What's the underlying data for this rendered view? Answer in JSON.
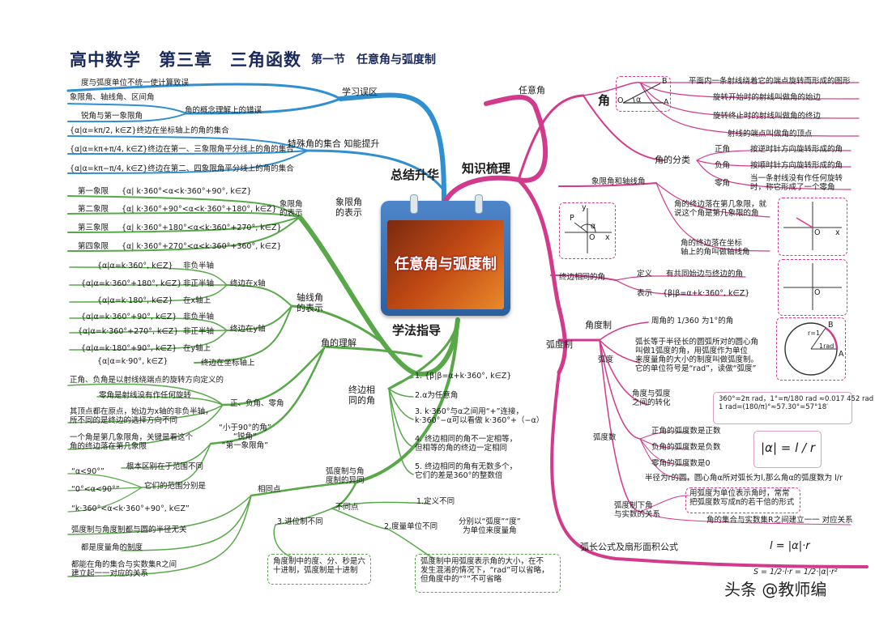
{
  "title": {
    "main": "高中数学　第三章　三角函数",
    "section": "第一节　任意角与弧度制"
  },
  "center": {
    "label": "任意角与弧度制"
  },
  "branches": {
    "zongjie": "总结升华",
    "zhishi": "知识梳理",
    "xuefa": "学法指导",
    "xuexi_wuqu": "学习误区",
    "teshu": "特殊角的集合 知能提升",
    "xiangxian_jiao_biaoshi": "象限角\n的表示",
    "jiao_de_lijie": "角的理解",
    "renyi_jiao": "任意角",
    "hudu_zhi": "弧度制",
    "hu_chang": "弧长公式及扇形面积公式"
  },
  "left_top": {
    "wuqu_items": [
      "度与弧度单位不统一使计算致误",
      "角的概念理解上的错误"
    ],
    "concept_items": [
      "象限角、轴线角、区间角",
      "锐角与第一象限角"
    ],
    "special_sets": [
      "{α|α=kπ/2, k∈Z}终边在坐标轴上的角的集合",
      "{α|α=kπ+π/4, k∈Z}终边在第一、三象限角平分线上的角的集合",
      "{α|α=kπ−π/4, k∈Z}终边在第二、四象限角平分线上的角的集合"
    ]
  },
  "left_mid": {
    "xiangxian_label": "象限角\n的表示",
    "quadrants": [
      {
        "name": "第一象限",
        "set": "{α| k·360°<α<k·360°+90°, k∈Z}"
      },
      {
        "name": "第二象限",
        "set": "{α| k·360°+90°<α<k·360°+180°, k∈Z}"
      },
      {
        "name": "第三象限",
        "set": "{α| k·360°+180°<α<k·360°+270°, k∈Z}"
      },
      {
        "name": "第四象限",
        "set": "{α| k·360°+270°<α<k·360°+360°, k∈Z}"
      }
    ],
    "zhouxian_label": "轴线角\n的表示",
    "x_axis_label": "终边在x轴",
    "y_axis_label": "终边在y轴",
    "coord_label": "终边在坐标轴上",
    "axis_sets": [
      {
        "set": "{α|α=k·360°, k∈Z}",
        "desc": "非负半轴"
      },
      {
        "set": "{α|α=k·360°+180°, k∈Z}",
        "desc": "非正半轴"
      },
      {
        "set": "{α|α=k·180°, k∈Z}",
        "desc": "在x轴上"
      },
      {
        "set": "{α|α=k·360°+90°, k∈Z}",
        "desc": "非负半轴"
      },
      {
        "set": "{α|α=k·360°+270°, k∈Z}",
        "desc": "非正半轴"
      },
      {
        "set": "{α|α=k·180°+90°, k∈Z}",
        "desc": "在y轴上"
      },
      {
        "set": "{α|α=k·90°, k∈Z}",
        "desc": ""
      }
    ]
  },
  "left_bottom": {
    "zfl_label": "正、负角、零角",
    "zfl_items": [
      "正角、负角是以射线绕端点的旋转方向定义的",
      "零角是射线没有作任何旋转",
      "其顶点都在原点，始边为x轴的非负半轴，\n所不同的是终边的选择方向不同",
      "一个角是第几象限角，关键是看这个\n角的终边落在第几象限"
    ],
    "small90_label": "“小于90°的角”\n“锐角”\n“第一象限角”",
    "small90_items": [
      "根本区别在于范围不同",
      "它们的范围分别是"
    ],
    "ranges": [
      "“α<90°”",
      "“0°<α<90°”",
      "“k·360°<α<k·360°+90°, k∈Z”"
    ],
    "xiangtong_label": "相同点",
    "xiangtong_items": [
      "弧度制与角度制都与圆的半径无关",
      "都是度量角的制度",
      "都能在角的集合与实数集R之间\n建立起一一对应的关系"
    ],
    "yitong_label": "弧度制与角\n度制的异同",
    "butong_label": "不同点",
    "butong_items": [
      "1.定义不同",
      "2.度量单位不同",
      "3.进位制不同"
    ],
    "unit_desc": "分别以“弧度”“度”\n为单位来度量角",
    "jinwei_box": "角度制中的度、分、秒是六\n十进制，弧度制是十进制",
    "danwei_box": "弧度制中用弧度表示角的大小，在不\n发生混淆的情况下，“rad”可以省略，\n但角度中的“°”不可省略"
  },
  "terminal": {
    "label": "终边相\n同的角",
    "items": [
      "1. {β|β=α+k·360°, k∈Z}",
      "2.α为任意角",
      "3. k·360°与α之间用“+”连接，\nk·360°−α可以看做 k·360°+（−α）",
      "4. 终边相同的角不一定相等，\n但相等的角的终边一定相同",
      "5. 终边相同的角有无数多个，\n它们的差是360°的整数倍"
    ]
  },
  "right": {
    "jiao_label": "角",
    "jiao_defs": [
      "平面内一条射线绕着它的端点旋转而形成的图形",
      "旋转开始时的射线叫做角的始边",
      "旋转终止时的射线叫做角的终边",
      "射线的端点叫做角的顶点"
    ],
    "fenlei_label": "角的分类",
    "fenlei": [
      {
        "name": "正角",
        "desc": "按逆时针方向旋转形成的角"
      },
      {
        "name": "负角",
        "desc": "按顺时针方向旋转形成的角"
      },
      {
        "name": "零角",
        "desc": "当一条射线没有作任何旋转\n时，称它形成了一个零角"
      }
    ],
    "xx_zhou_label": "象限角和轴线角",
    "xx_desc": "角的终边落在第几象限，就\n说这个角是第几象限的角",
    "zx_desc": "角的终边落在坐标\n轴上的角叫做轴线角",
    "zbxt_label": "终边相同的角",
    "dingyi_label": "定义",
    "dingyi_desc": "有共同始边与终边的角",
    "biaoshi_label": "表示",
    "biaoshi_desc": "{β|β=α+k·360°, k∈Z}",
    "jiaodu_zhi": "角度制",
    "jiaodu_desc": "周角的 1/360 为1°的角",
    "hudu_label": "弧度",
    "hudu_desc": "弧长等于半径长的圆弧所对的圆心角\n叫做1弧度的角，用弧度作为单位\n来度量角的大小的制度叫做弧度制。\n它的单位符号是“rad”，读做“弧度”",
    "zhuanhua_label": "角度与弧度\n之间的转化",
    "zhuanhua_formula": "360°=2π rad，1°=π/180 rad ≈0.017 452 rad\n1 rad=(180/π)°≈57.30°=57°18′",
    "hudushu_label": "弧度数",
    "hudushu_items": [
      "正角的弧度数是正数",
      "负角的弧度数是负数",
      "零角的弧度数是0"
    ],
    "abs_formula": "|α| = l / r",
    "radius_text": "半径为r的圆，圆心角α所对弧长为l,那么角α的弧度数为 l/r",
    "real_label": "弧度制下角\n与实数的关系",
    "real_box": "用弧度为单位表示角时，常常\n把弧度数写成π的若干倍的形式",
    "real_desc": "角的集合与实数集R之间建立一一 对应关系",
    "arc_formula": "l = |α|·r",
    "area_formula": "S = 1/2·l·r = 1/2·|α|·r²"
  },
  "diagram_labels": {
    "A": "A",
    "B": "B",
    "O": "O",
    "alpha": "α",
    "P": "P",
    "r1": "r=1",
    "rad1": "1rad",
    "x": "x",
    "y": "y"
  },
  "watermark": "头条 @教师编",
  "colors": {
    "blue": "#2f8fd0",
    "green": "#58a84a",
    "magenta": "#d23a8c",
    "title": "#1b2a5c"
  }
}
